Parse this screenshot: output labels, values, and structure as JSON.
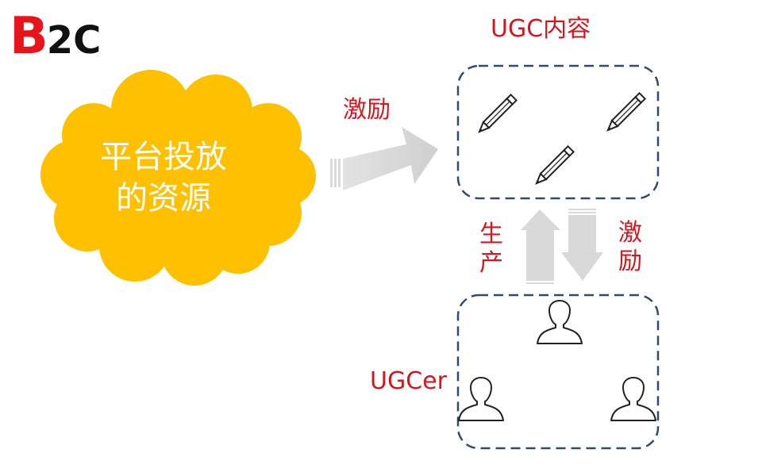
{
  "title": {
    "big_letter": "B",
    "rest": "2C"
  },
  "cloud": {
    "line1": "平台投放",
    "line2": "的资源",
    "fill_color": "#ffc000"
  },
  "arrows": {
    "incentive_top": "激励",
    "produce": "生产",
    "incentive_right": "激励"
  },
  "boxes": {
    "content_label": "UGC内容",
    "creator_label": "UGCer",
    "border_color": "#2f4d6b"
  },
  "icons": {
    "content_items": [
      "pencil-icon",
      "pencil-icon",
      "pencil-icon"
    ],
    "creator_items": [
      "person-icon",
      "person-icon",
      "person-icon"
    ]
  },
  "colors": {
    "accent_red": "#d6161e",
    "arrow_gray": "#d9d9d9"
  }
}
